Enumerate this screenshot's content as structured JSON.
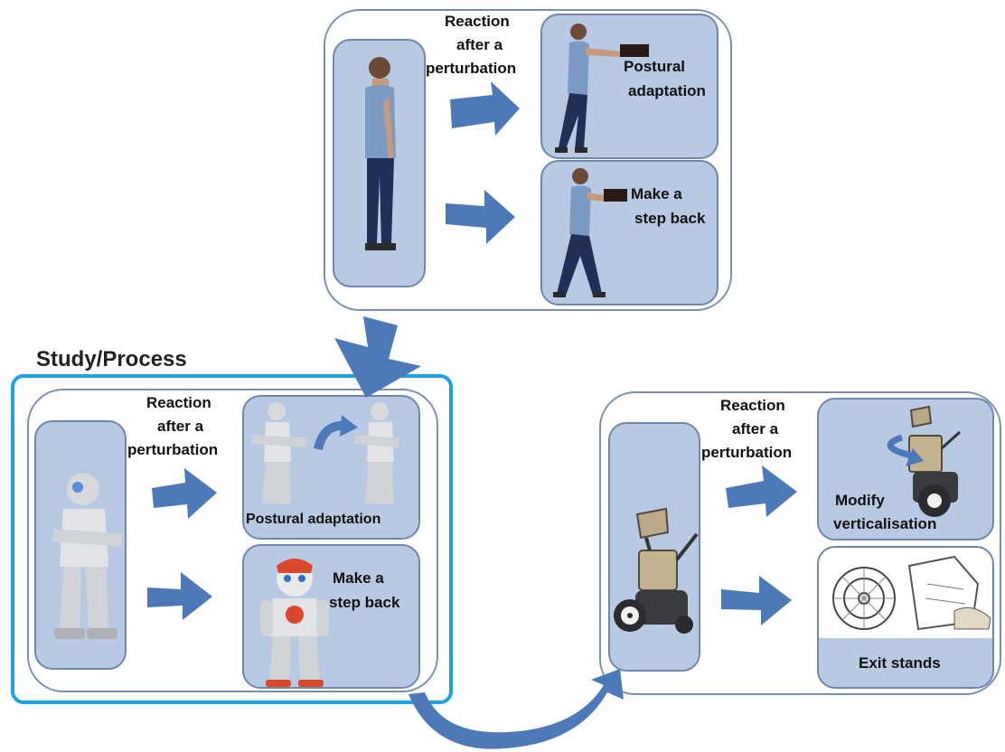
{
  "study_title": "Study/Process",
  "human_section": {
    "reaction_label": [
      "Reaction",
      "after a",
      "perturbation"
    ],
    "outcome_top": [
      "Postural",
      "adaptation"
    ],
    "outcome_bottom": [
      "Make a",
      "step back"
    ]
  },
  "robot_section": {
    "reaction_label": [
      "Reaction",
      "after a",
      "perturbation"
    ],
    "outcome_top": "Postural adaptation",
    "outcome_bottom": [
      "Make a",
      "step back"
    ]
  },
  "device_section": {
    "reaction_label": [
      "Reaction",
      "after a",
      "perturbation"
    ],
    "outcome_top": [
      "Modify",
      "verticalisation"
    ],
    "outcome_bottom": "Exit stands"
  },
  "colors": {
    "arrow": "#4e79b8",
    "panel_fill": "#b8c9e3",
    "highlight_frame": "#1aa3e8"
  }
}
